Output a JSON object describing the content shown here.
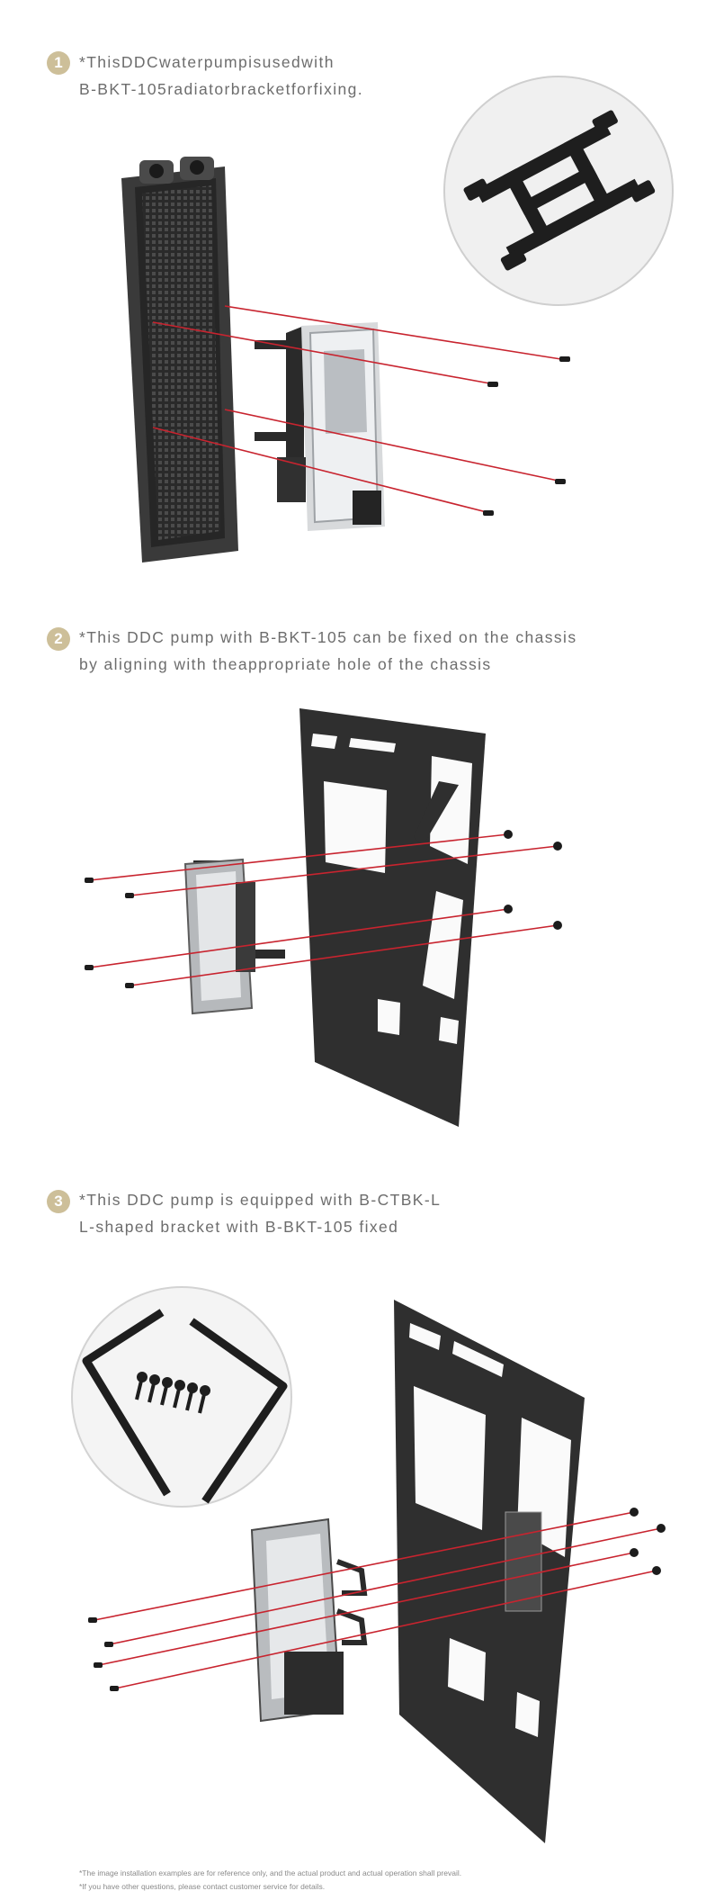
{
  "steps": [
    {
      "number": "1",
      "line1": "*ThisDDCwaterpumpisusedwith",
      "line2": "B-BKT-105radiatorbracketforfixing."
    },
    {
      "number": "2",
      "line1": "*This DDC pump with B-BKT-105 can be fixed on the chassis",
      "line2": "by aligning with theappropriate hole of the chassis"
    },
    {
      "number": "3",
      "line1": "*This DDC pump is equipped with B-CTBK-L",
      "line2": "L-shaped bracket with B-BKT-105 fixed"
    }
  ],
  "footer": {
    "note1": "*The image installation examples are for reference only, and the actual product and actual operation shall prevail.",
    "note2": "*If you have other questions, please contact customer service for details."
  },
  "colors": {
    "badge": "#cdbf99",
    "guide_line": "#c8242f",
    "metal": "#2e2e2e"
  }
}
